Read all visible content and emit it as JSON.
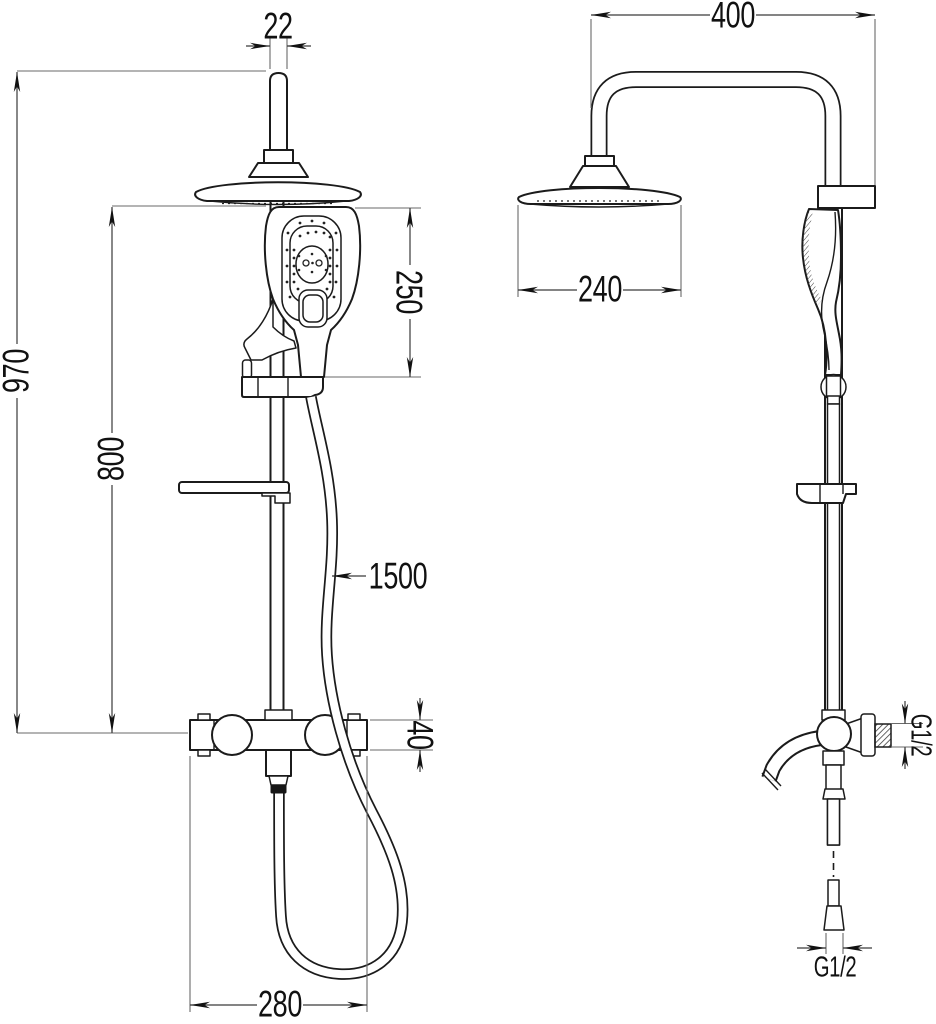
{
  "drawing": {
    "kind": "technical dimension drawing",
    "subject": "shower column set, front view and side view",
    "colors": {
      "background": "#ffffff",
      "part_outline": "#1b1b1b",
      "dimension_line": "#6a6a6a",
      "text": "#111111"
    }
  },
  "dimensions": {
    "top_pipe_width": "22",
    "arm_projection": "400",
    "total_height": "970",
    "hand_shower_span": "250",
    "head_width": "240",
    "rail_span": "800",
    "hose_length": "1500",
    "mixer_body_height": "40",
    "mixer_width": "280",
    "wall_connection_thread": "G1/2",
    "hose_connection_thread": "G1/2"
  }
}
